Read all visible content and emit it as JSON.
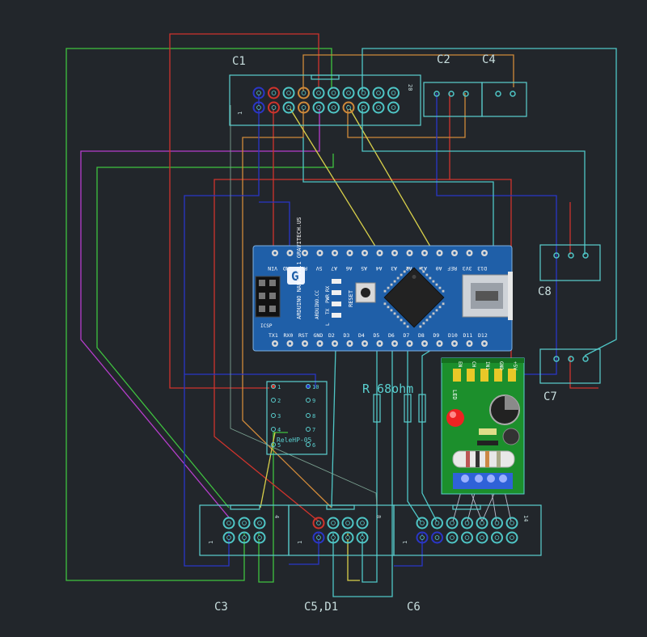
{
  "colors": {
    "background": "#22262b",
    "outline": "#5ad0d0",
    "red": "#d0342c",
    "green": "#3fc23f",
    "magenta": "#b63dcc",
    "orange": "#d08a3a",
    "yellow": "#d8d04a",
    "blue": "#2a36c8",
    "cyan": "#4fc6c6",
    "pcb": "#1f5fa8",
    "module": "#1c8f2c",
    "text": "#c8dede",
    "silk": "#e8e8e8"
  },
  "labels": {
    "c1": "C1",
    "c2": "C2",
    "c4": "C4",
    "c3": "C3",
    "c5d1": "C5,D1",
    "c6": "C6",
    "c7": "C7",
    "c8": "C8",
    "resistor": "R 68ohm",
    "relay": "ReleHP-05",
    "pin_one": "1",
    "pin_twenty": "20",
    "pin_four": "4",
    "pin_eight": "8",
    "pin_fourteen": "14"
  },
  "relay_pins": [
    "1",
    "2",
    "3",
    "4",
    "5",
    "6",
    "7",
    "8",
    "9",
    "10"
  ],
  "arduino": {
    "top_pins": [
      "D13",
      "3V3",
      "REF",
      "A0",
      "A1",
      "A2",
      "A3",
      "A4",
      "A5",
      "A6",
      "A7",
      "5V",
      "RST",
      "GND",
      "VIN"
    ],
    "bottom_pins": [
      "TX1",
      "RX0",
      "RST",
      "GND",
      "D2",
      "D3",
      "D4",
      "D5",
      "D6",
      "D7",
      "D8",
      "D9",
      "D10",
      "D11",
      "D12"
    ],
    "brand": "ARDUINO NANO V3.1 GRAVITECH.US",
    "site": "ARDUINO.CC",
    "reset": "RESET",
    "led_labels": [
      "RX",
      "PWR",
      "TX",
      "L"
    ],
    "icsp": "ICSP"
  },
  "power_module": {
    "header_labels": [
      "+5V",
      "GND",
      "IN1",
      "CH",
      "EN"
    ],
    "led_label": "LED"
  }
}
